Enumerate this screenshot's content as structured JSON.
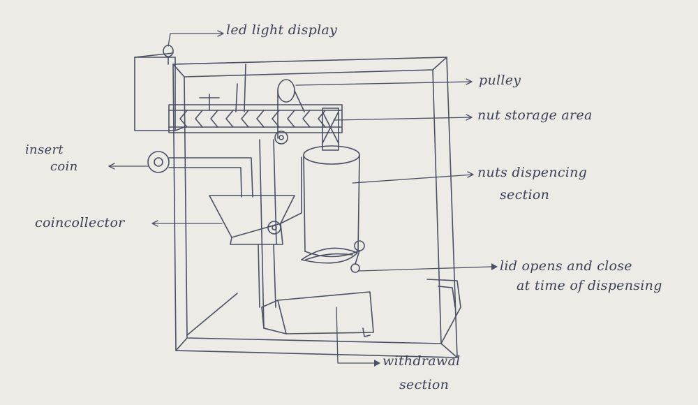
{
  "labels": {
    "led_light_display": "led light display",
    "pulley": "pulley",
    "nut_storage_area": "nut storage area",
    "insert_coin_line1": "insert",
    "insert_coin_line2": "coin",
    "nuts_dispencing_line1": "nuts dispencing",
    "nuts_dispencing_line2": "section",
    "coin_collector": "coincollector",
    "lid_line1": "lid opens and close",
    "lid_line2": "at time of dispensing",
    "withdrawal_line1": "withdrawal",
    "withdrawal_line2": "section"
  },
  "colors": {
    "paper": "#ecebe6",
    "pencil": "#4a4f63",
    "ink": "#3b3f55"
  }
}
